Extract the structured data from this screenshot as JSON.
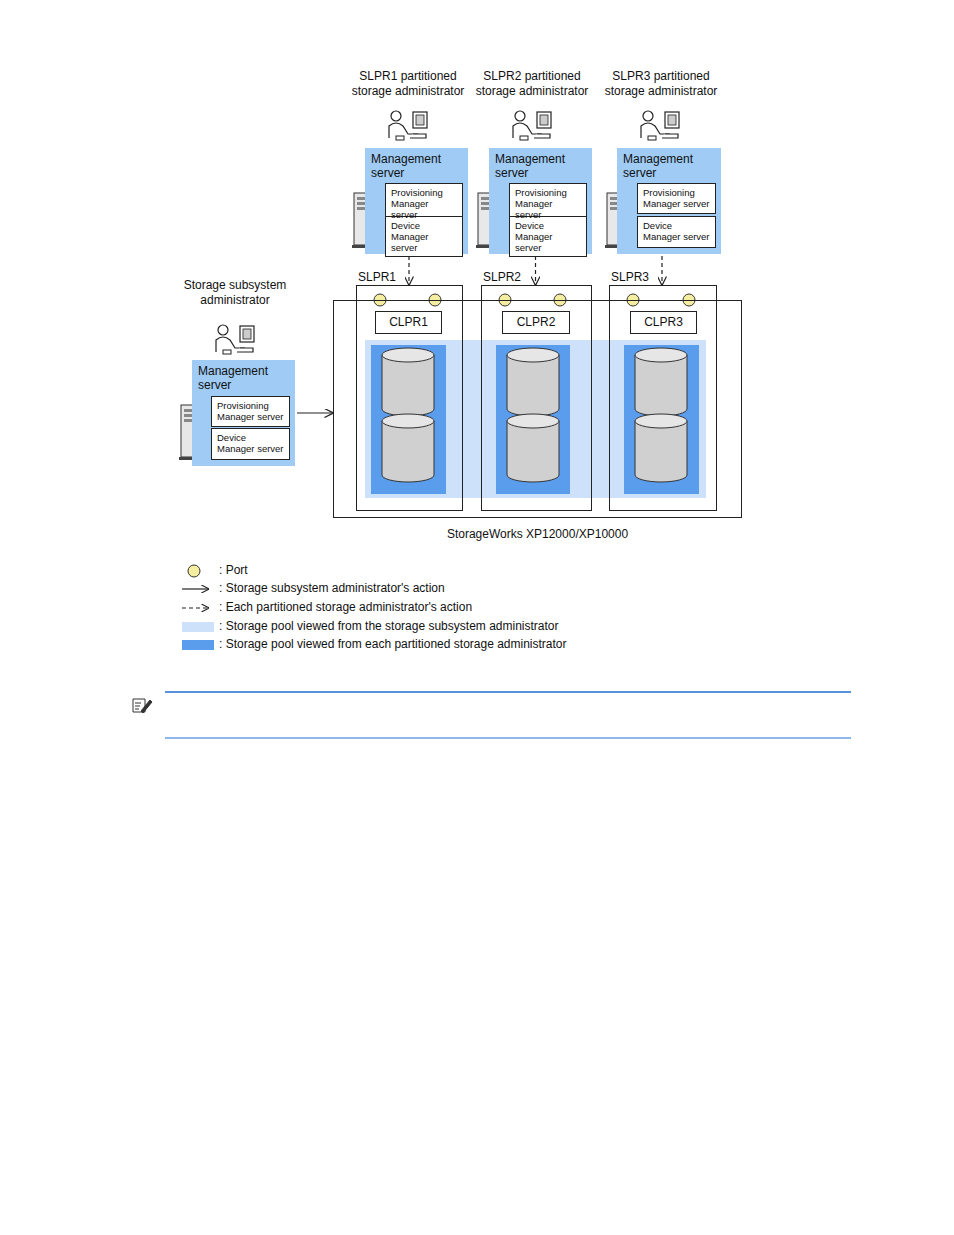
{
  "diagram": {
    "caption": "",
    "nodes": [
      {
        "text": [
          "Management server"
        ]
      },
      {
        "text": [
          "Provisioning Manager server"
        ],
        "in": 0
      },
      {
        "text": [
          "Device Manager server"
        ],
        "in": 0
      },
      {
        "text": [
          "Management server"
        ]
      },
      {
        "text": [
          "Provisioning Manager server"
        ],
        "in": 3
      },
      {
        "text": [
          "Device Manager server"
        ],
        "in": 3
      },
      {
        "text": [
          "Management server"
        ]
      },
      {
        "text": [
          "Provisioning Manager server"
        ],
        "in": 6
      },
      {
        "text": [
          "Device Manager server"
        ],
        "in": 6
      },
      {
        "text": [
          "Management server"
        ]
      },
      {
        "text": [
          "Provisioning Manager server"
        ],
        "in": 9
      },
      {
        "text": [
          "Device Manager server"
        ],
        "in": 9
      },
      {
        "text": [
          "StorageWorks XP12000/XP10000"
        ]
      },
      {
        "text": [
          "SLPR1"
        ],
        "in": 12
      },
      {
        "text": [
          "CLPR1"
        ],
        "in": 13
      },
      {
        "text": [
          "SLPR2"
        ],
        "in": 12
      },
      {
        "text": [
          "CLPR2"
        ],
        "in": 15
      },
      {
        "text": [
          "SLPR3"
        ],
        "in": 12
      },
      {
        "text": [
          "CLPR3"
        ],
        "in": 17
      }
    ],
    "edges": [
      {
        "from": 0,
        "to": 13,
        "arrow": "to"
      },
      {
        "from": 3,
        "to": 15,
        "arrow": "to"
      },
      {
        "from": 6,
        "to": 17,
        "arrow": "to"
      },
      {
        "from": 9,
        "to": 12,
        "arrow": "to"
      }
    ],
    "labels": [
      "SLPR1 partitioned storage administrator",
      "SLPR2 partitioned storage administrator",
      "SLPR3 partitioned storage administrator",
      "Storage subsystem administrator"
    ],
    "legend": [
      {
        "text": ": Port"
      },
      {
        "text": ": Storage subsystem administrator's action"
      },
      {
        "text": ": Each partitioned storage administrator's action"
      },
      {
        "text": ": Storage pool viewed from the storage subsystem administrator",
        "color": "#cde2fa"
      },
      {
        "text": ": Storage pool viewed from each partitioned storage administrator",
        "color": "#5b9ded"
      }
    ]
  }
}
